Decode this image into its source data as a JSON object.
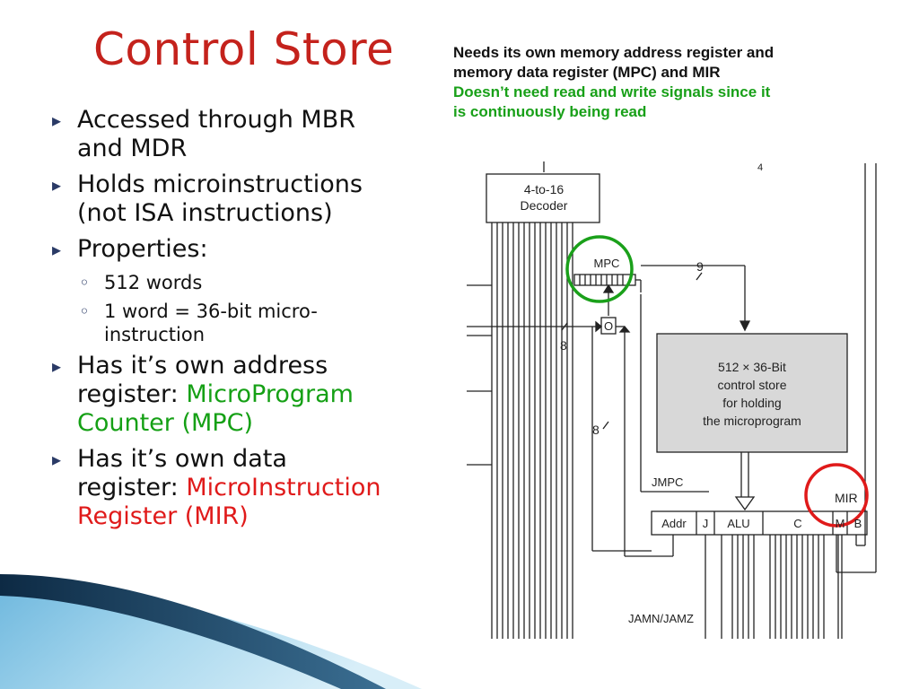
{
  "slide": {
    "title": "Control Store",
    "note": {
      "line1": "Needs its own memory address register and",
      "line2": "memory data register (MPC) and MIR",
      "line3": "Doesn’t need read and write signals since it",
      "line4": "is continuously being read"
    },
    "bullets": {
      "b1": [
        "Accessed through MBR",
        "and MDR"
      ],
      "b2": [
        "Holds microinstructions",
        "(not ISA instructions)"
      ],
      "b3": "Properties:",
      "sub1": "512 words",
      "sub2": [
        "1 word = 36-bit micro-",
        "instruction"
      ],
      "b4": [
        "Has it’s own address",
        "register: ",
        "MicroProgram",
        "Counter (MPC)"
      ],
      "b5": [
        "Has it’s own data",
        "register: ",
        "MicroInstruction",
        "Register (MIR)"
      ]
    },
    "colors": {
      "title": "#c4221c",
      "green": "#15a015",
      "red": "#e01a1a",
      "circle_green": "#1aa01a",
      "circle_red": "#e01a1a"
    }
  },
  "diagram": {
    "decoder_label": [
      "4-to-16",
      "Decoder"
    ],
    "mpc_label": "MPC",
    "bus_width_9": "9",
    "bus_width_8a": "8",
    "bus_width_8b": "8",
    "or_gate": "O",
    "store_label": [
      "512 × 36-Bit",
      "control store",
      "for holding",
      "the microprogram"
    ],
    "jmpc": "JMPC",
    "mir_label": "MIR",
    "mir_fields": [
      "Addr",
      "J",
      "ALU",
      "C",
      "M",
      "B"
    ],
    "jam": "JAMN/JAMZ",
    "corner_label": "4"
  }
}
